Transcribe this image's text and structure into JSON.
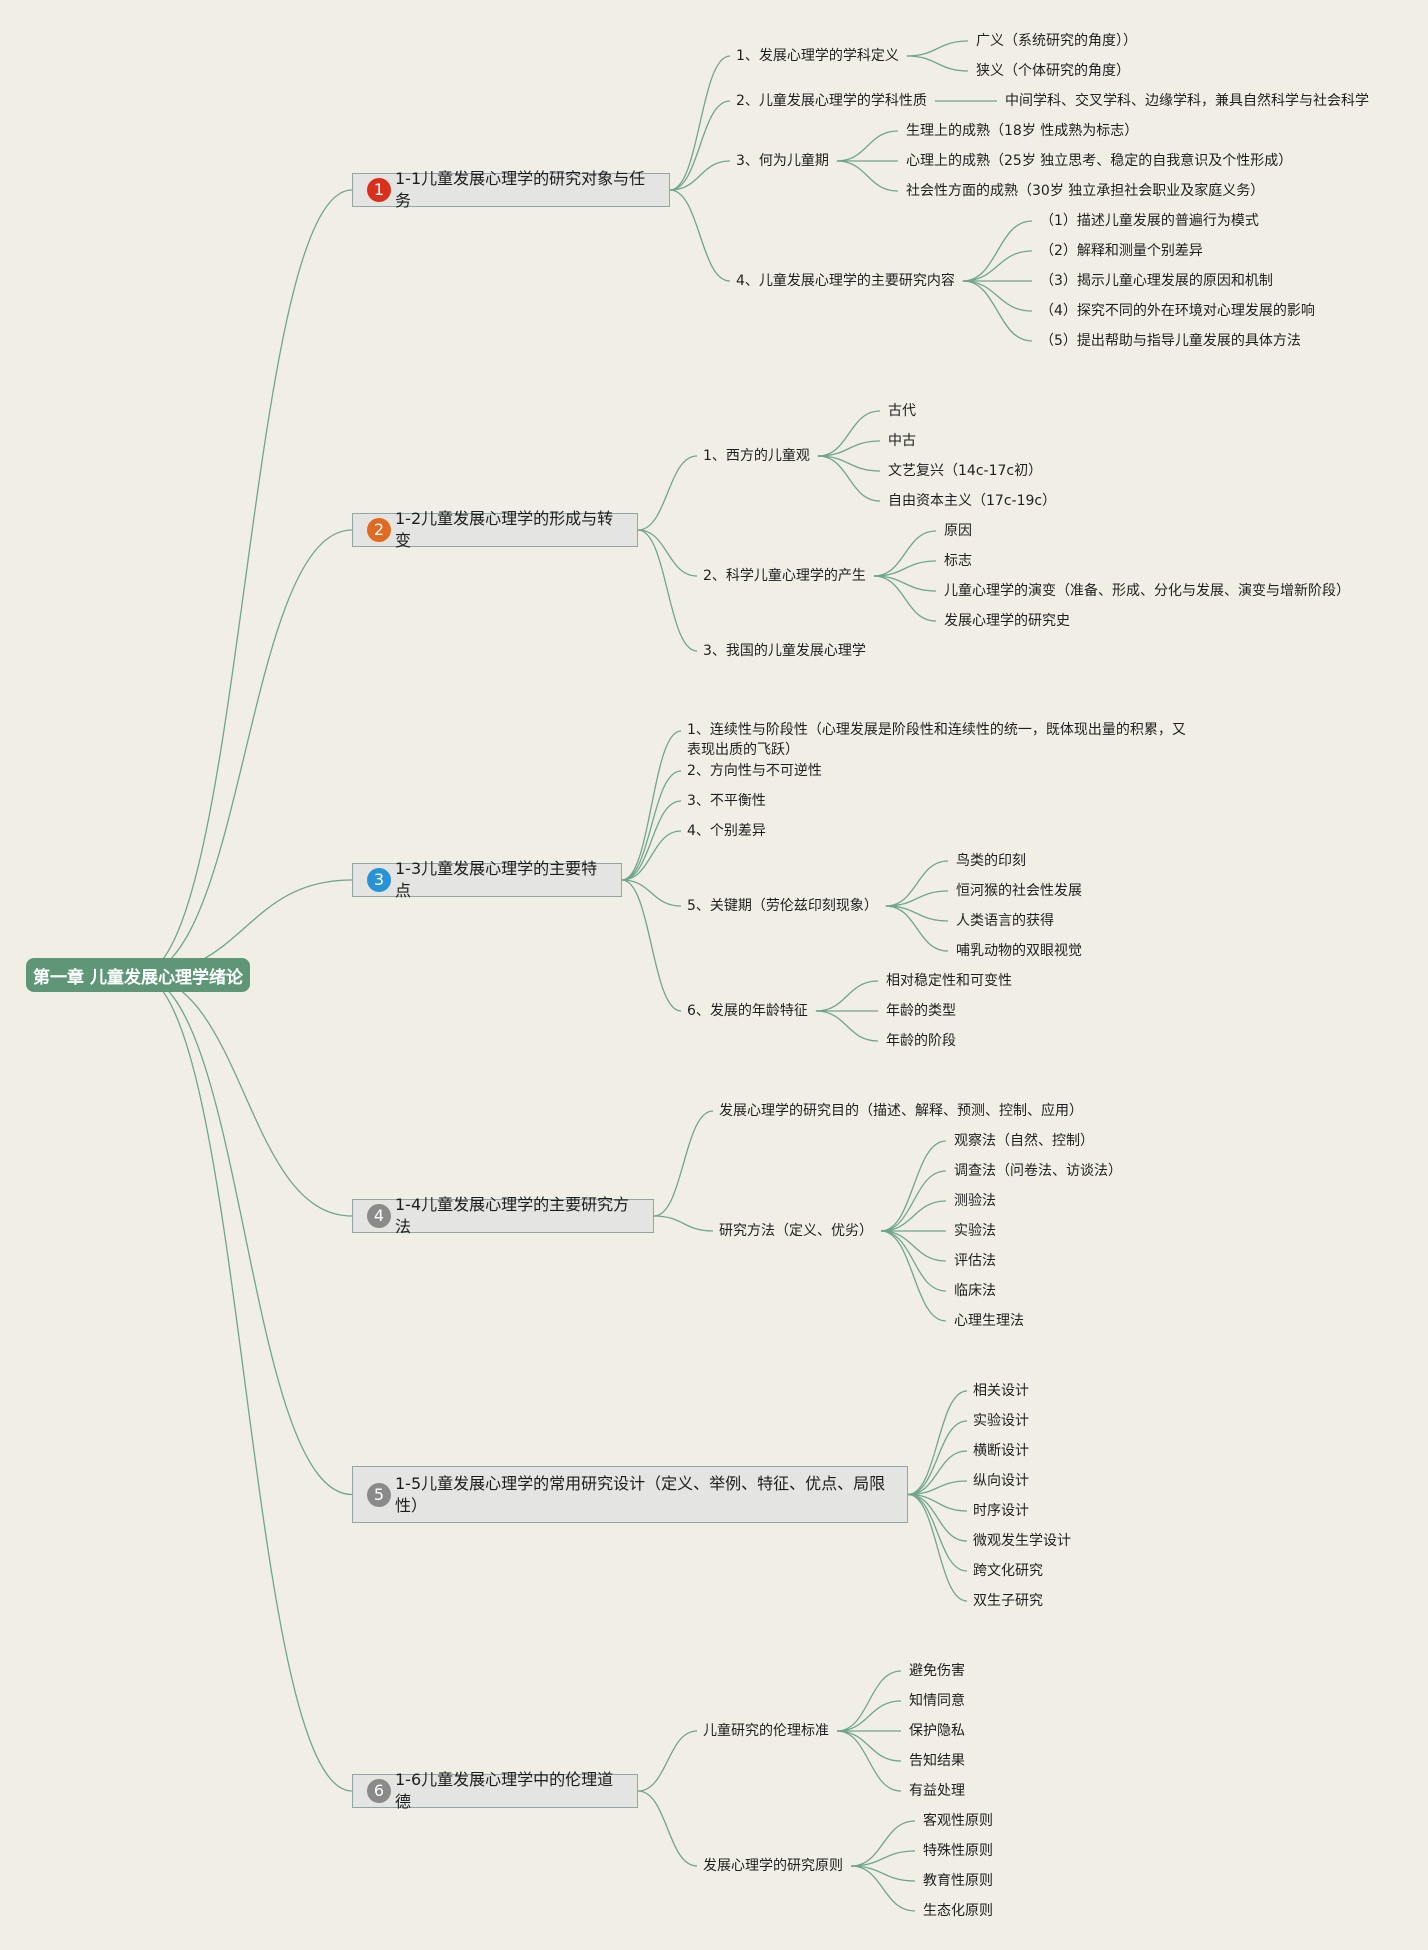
{
  "root": "第一章 儿童发展心理学绪论",
  "sections": [
    {
      "badge": "1",
      "badge_color": "#d9301e",
      "title": "1-1儿童发展心理学的研究对象与任务",
      "items": [
        {
          "label": "1、发展心理学的学科定义",
          "children": [
            "广义（系统研究的角度））",
            "狭义（个体研究的角度）"
          ]
        },
        {
          "label": "2、儿童发展心理学的学科性质",
          "children": [
            "中间学科、交叉学科、边缘学科，兼具自然科学与社会科学"
          ]
        },
        {
          "label": "3、何为儿童期",
          "children": [
            "生理上的成熟（18岁 性成熟为标志）",
            "心理上的成熟（25岁 独立思考、稳定的自我意识及个性形成）",
            "社会性方面的成熟（30岁 独立承担社会职业及家庭义务）"
          ]
        },
        {
          "label": "4、儿童发展心理学的主要研究内容",
          "children": [
            "（1）描述儿童发展的普遍行为模式",
            "（2）解释和测量个别差异",
            "（3）揭示儿童心理发展的原因和机制",
            "（4）探究不同的外在环境对心理发展的影响",
            "（5）提出帮助与指导儿童发展的具体方法"
          ]
        }
      ]
    },
    {
      "badge": "2",
      "badge_color": "#e06a22",
      "title": "1-2儿童发展心理学的形成与转变",
      "items": [
        {
          "label": "1、西方的儿童观",
          "children": [
            "古代",
            "中古",
            "文艺复兴（14c-17c初）",
            "自由资本主义（17c-19c）"
          ]
        },
        {
          "label": "2、科学儿童心理学的产生",
          "children": [
            "原因",
            "标志",
            "儿童心理学的演变（准备、形成、分化与发展、演变与增新阶段）",
            "发展心理学的研究史"
          ]
        },
        {
          "label": "3、我国的儿童发展心理学",
          "children": []
        }
      ]
    },
    {
      "badge": "3",
      "badge_color": "#2a93d5",
      "title": "1-3儿童发展心理学的主要特点",
      "items": [
        {
          "label": "1、连续性与阶段性（心理发展是阶段性和连续性的统一，既体现出量的积累，又表现出质的飞跃）",
          "children": []
        },
        {
          "label": "2、方向性与不可逆性",
          "children": []
        },
        {
          "label": "3、不平衡性",
          "children": []
        },
        {
          "label": "4、个别差异",
          "children": []
        },
        {
          "label": "5、关键期（劳伦兹印刻现象）",
          "children": [
            "鸟类的印刻",
            "恒河猴的社会性发展",
            "人类语言的获得",
            "哺乳动物的双眼视觉"
          ]
        },
        {
          "label": "6、发展的年龄特征",
          "children": [
            "相对稳定性和可变性",
            "年龄的类型",
            "年龄的阶段"
          ]
        }
      ]
    },
    {
      "badge": "4",
      "badge_color": "#8a8a8a",
      "title": "1-4儿童发展心理学的主要研究方法",
      "items": [
        {
          "label": "发展心理学的研究目的（描述、解释、预测、控制、应用）",
          "children": []
        },
        {
          "label": "研究方法（定义、优劣）",
          "children": [
            "观察法（自然、控制）",
            "调查法（问卷法、访谈法）",
            "测验法",
            "实验法",
            "评估法",
            "临床法",
            "心理生理法"
          ]
        }
      ]
    },
    {
      "badge": "5",
      "badge_color": "#8a8a8a",
      "title": "1-5儿童发展心理学的常用研究设计（定义、举例、特征、优点、局限性）",
      "items": [
        {
          "label": "相关设计",
          "children": []
        },
        {
          "label": "实验设计",
          "children": []
        },
        {
          "label": "横断设计",
          "children": []
        },
        {
          "label": "纵向设计",
          "children": []
        },
        {
          "label": "时序设计",
          "children": []
        },
        {
          "label": "微观发生学设计",
          "children": []
        },
        {
          "label": "跨文化研究",
          "children": []
        },
        {
          "label": "双生子研究",
          "children": []
        }
      ]
    },
    {
      "badge": "6",
      "badge_color": "#8a8a8a",
      "title": "1-6儿童发展心理学中的伦理道德",
      "items": [
        {
          "label": "儿童研究的伦理标准",
          "children": [
            "避免伤害",
            "知情同意",
            "保护隐私",
            "告知结果",
            "有益处理"
          ]
        },
        {
          "label": "发展心理学的研究原则",
          "children": [
            "客观性原则",
            "特殊性原则",
            "教育性原则",
            "生态化原则"
          ]
        }
      ]
    }
  ]
}
